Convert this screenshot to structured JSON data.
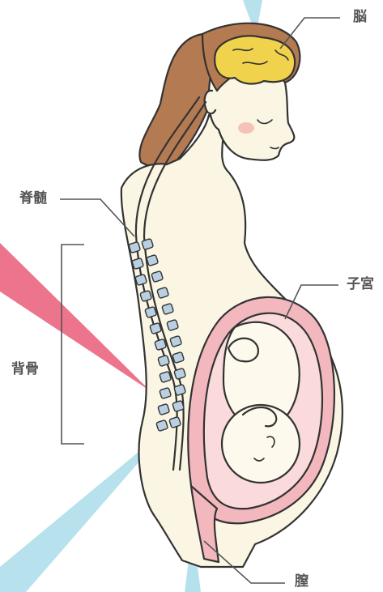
{
  "labels": {
    "brain": "脳",
    "spinal_cord": "脊髄",
    "uterus": "子宮",
    "backbone": "背骨",
    "vagina": "膣"
  },
  "colors": {
    "background": "#ffffff",
    "skin": "#fbf6e4",
    "outline": "#333333",
    "hair": "#b47a52",
    "brain": "#f1d24c",
    "uterus_wall": "#f3b7be",
    "uterus_inner": "#fadada",
    "fetus_skin": "#fdf9ec",
    "vertebrae": "#b9cfe2",
    "beam_pink": "#e95c78",
    "beam_cyan": "#a9dcea",
    "cheek": "#f6c2b8",
    "leader_line": "#555555"
  }
}
